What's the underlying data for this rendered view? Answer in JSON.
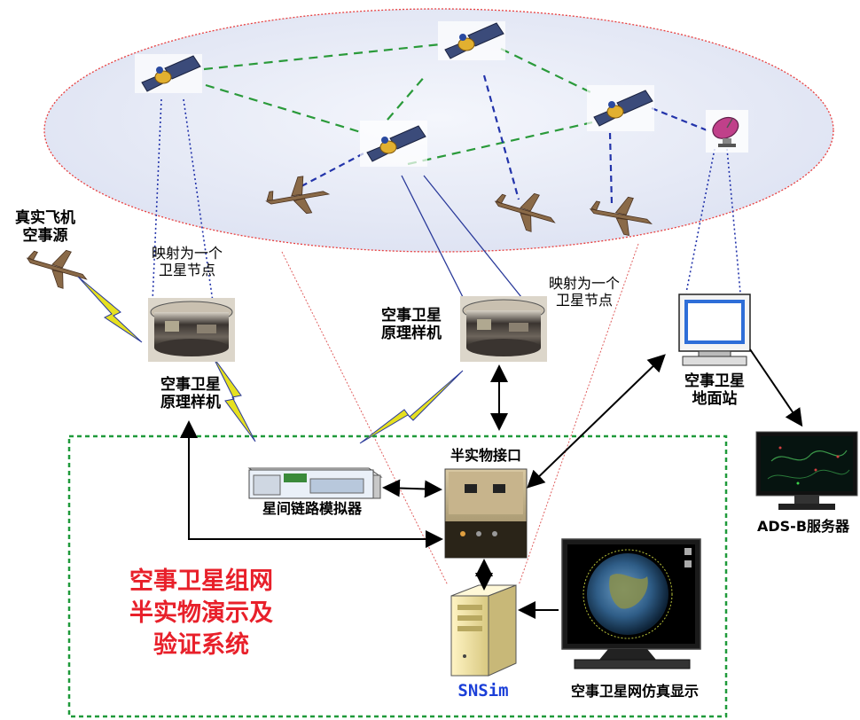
{
  "labels": {
    "real_aircraft": [
      "真实飞机",
      "空事源"
    ],
    "mapped_left": [
      "映射为一个",
      "卫星节点"
    ],
    "mapped_right": [
      "映射为一个",
      "卫星节点"
    ],
    "prototype_left": [
      "空事卫星",
      "原理样机"
    ],
    "prototype_center": [
      "空事卫星",
      "原理样机"
    ],
    "ground_station": [
      "空事卫星",
      "地面站"
    ],
    "semi_physical_interface": "半实物接口",
    "isl_simulator": "星间链路模拟器",
    "ads_b_server": "ADS-B服务器",
    "system_title": [
      "空事卫星组网",
      "半实物演示及",
      "验证系统"
    ],
    "sns_sim": "SNSim",
    "sim_display": "空事卫星网仿真显示"
  },
  "colors": {
    "orbit_outline": "#e84040",
    "orbit_fill": "#e9ecf7",
    "isl_green": "#2a9a3a",
    "link_blue": "#2233aa",
    "system_border": "#1f9a3a",
    "system_title": "#e8202a",
    "sns_label": "#1b3fd8",
    "lightning": "#e6e020"
  }
}
